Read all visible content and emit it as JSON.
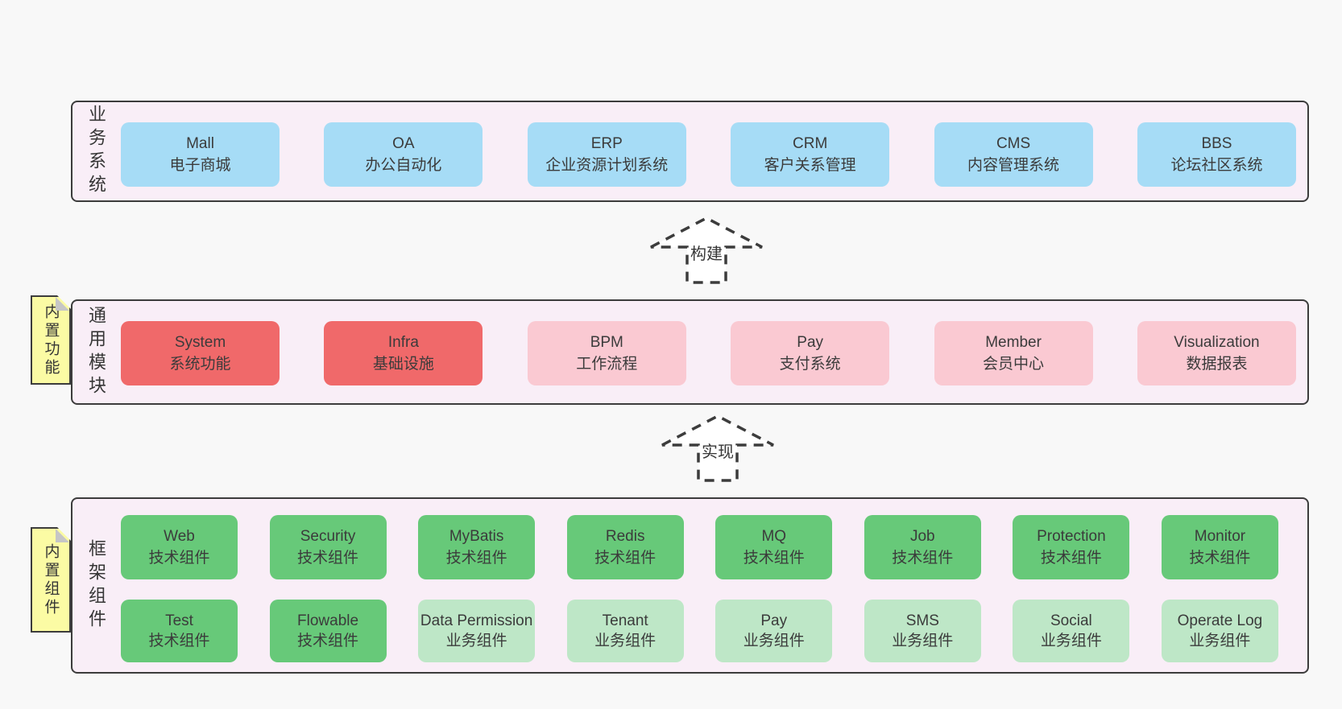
{
  "colors": {
    "page_bg": "#f8f8f8",
    "layer_bg": "#f9eef7",
    "border": "#3c3c3c",
    "business_box": "#a6dcf6",
    "core_module_box": "#f0696a",
    "module_box": "#fac9d2",
    "tech_component_box": "#67c979",
    "biz_component_box": "#bee7c7",
    "sticky_note_bg": "#fbfba4",
    "sticky_note_fold": "#c6c6c6",
    "text": "#3b3b3b"
  },
  "layers": [
    {
      "label": "业务系统",
      "boxes": [
        {
          "name": "Mall",
          "desc": "电子商城"
        },
        {
          "name": "OA",
          "desc": "办公自动化"
        },
        {
          "name": "ERP",
          "desc": "企业资源计划系统"
        },
        {
          "name": "CRM",
          "desc": "客户关系管理"
        },
        {
          "name": "CMS",
          "desc": "内容管理系统"
        },
        {
          "name": "BBS",
          "desc": "论坛社区系统"
        }
      ]
    },
    {
      "label": "通用模块",
      "note": "内置功能",
      "boxes": [
        {
          "name": "System",
          "desc": "系统功能"
        },
        {
          "name": "Infra",
          "desc": "基础设施"
        },
        {
          "name": "BPM",
          "desc": "工作流程"
        },
        {
          "name": "Pay",
          "desc": "支付系统"
        },
        {
          "name": "Member",
          "desc": "会员中心"
        },
        {
          "name": "Visualization",
          "desc": "数据报表"
        }
      ]
    },
    {
      "label": "框架组件",
      "note": "内置组件",
      "rows": [
        [
          {
            "name": "Web",
            "desc": "技术组件"
          },
          {
            "name": "Security",
            "desc": "技术组件"
          },
          {
            "name": "MyBatis",
            "desc": "技术组件"
          },
          {
            "name": "Redis",
            "desc": "技术组件"
          },
          {
            "name": "MQ",
            "desc": "技术组件"
          },
          {
            "name": "Job",
            "desc": "技术组件"
          },
          {
            "name": "Protection",
            "desc": "技术组件"
          },
          {
            "name": "Monitor",
            "desc": "技术组件"
          }
        ],
        [
          {
            "name": "Test",
            "desc": "技术组件"
          },
          {
            "name": "Flowable",
            "desc": "技术组件"
          },
          {
            "name": "Data Permission",
            "desc": "业务组件"
          },
          {
            "name": "Tenant",
            "desc": "业务组件"
          },
          {
            "name": "Pay",
            "desc": "业务组件"
          },
          {
            "name": "SMS",
            "desc": "业务组件"
          },
          {
            "name": "Social",
            "desc": "业务组件"
          },
          {
            "name": "Operate Log",
            "desc": "业务组件"
          }
        ]
      ]
    }
  ],
  "arrows": [
    {
      "label": "构建"
    },
    {
      "label": "实现"
    }
  ]
}
